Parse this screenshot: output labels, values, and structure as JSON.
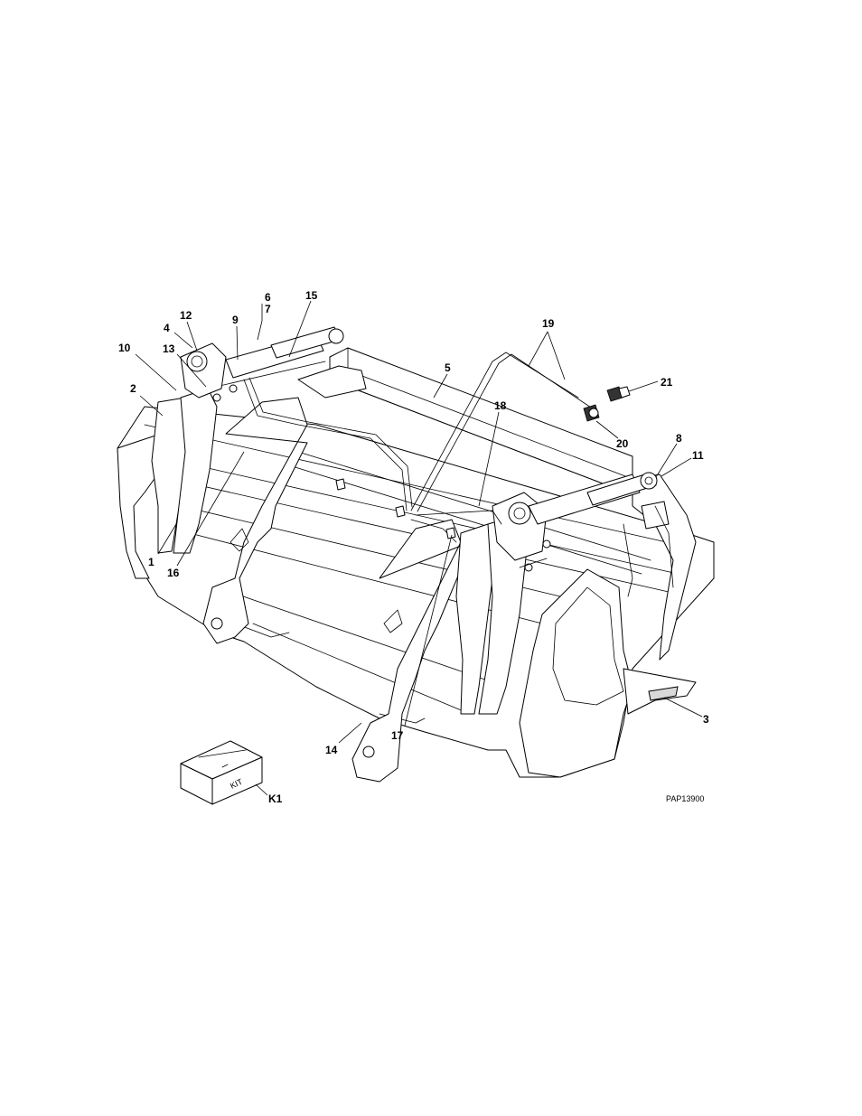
{
  "diagram": {
    "figure_id": "PAP13900",
    "kit_label": "KIT",
    "callouts": {
      "c1": "1",
      "c2": "2",
      "c3": "3",
      "c4": "4",
      "c5": "5",
      "c6": "6",
      "c7": "7",
      "c8": "8",
      "c9": "9",
      "c10": "10",
      "c11": "11",
      "c12": "12",
      "c13": "13",
      "c14": "14",
      "c15": "15",
      "c16": "16",
      "c17": "17",
      "c18": "18",
      "c19": "19",
      "c20": "20",
      "c21": "21",
      "ck1": "K1"
    }
  }
}
